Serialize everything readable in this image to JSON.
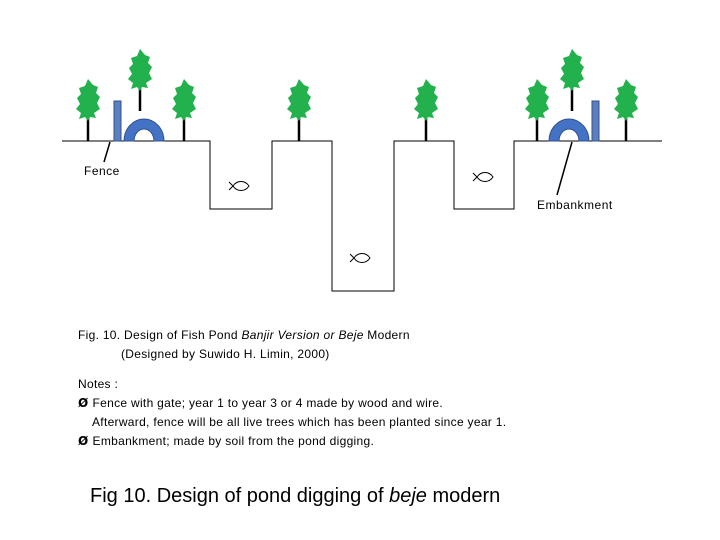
{
  "diagram": {
    "labels": {
      "fence": "Fence",
      "embankment": "Embankment"
    },
    "icons": {
      "tree": "tree-icon",
      "fish": "fish-icon",
      "gate_post": "gate-post-icon",
      "arch_gate": "arch-gate-icon"
    },
    "colors": {
      "tree_foliage": "#22b14c",
      "gate_arch": "#4472c4",
      "gate_post": "#5b7fbf"
    }
  },
  "caption": {
    "prefix": "Fig. 10.  Design of Fish Pond ",
    "italic": "Banjir Version or Beje",
    "suffix": " Modern",
    "credit": "(Designed by Suwido H. Limin, 2000)"
  },
  "notes": {
    "heading": "Notes :",
    "items": [
      {
        "bullet": "Ø",
        "text": "Fence with gate; year 1 to year 3 or 4 made by wood and wire.",
        "continuation": "Afterward, fence will be all live trees which has been planted since year 1."
      },
      {
        "bullet": "Ø",
        "text": "Embankment; made by soil from the pond digging."
      }
    ]
  },
  "footer_title": {
    "prefix": "Fig 10.  Design of pond digging of ",
    "italic": "beje",
    "suffix": " modern"
  }
}
